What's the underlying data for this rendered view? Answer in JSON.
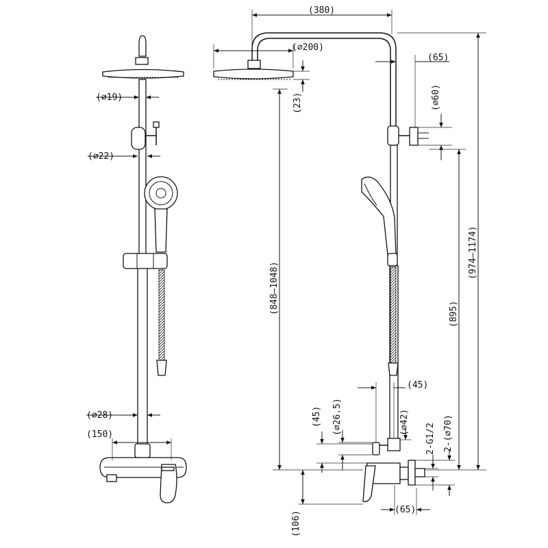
{
  "front_view": {
    "dim_pipe_top": "(∅19)",
    "dim_pipe_lower": "(∅22)",
    "dim_pipe_bottom": "(∅28)",
    "dim_center": "(150)"
  },
  "side_view": {
    "dim_arm_reach": "(380)",
    "dim_head_dia": "(∅200)",
    "dim_head_thk": "(23)",
    "dim_bracket_off": "(65)",
    "dim_bracket_dia": "(∅60)",
    "dim_head_height": "(848–1048)",
    "dim_total_height": "(974–1174)",
    "dim_bracket_height": "(895)",
    "dim_outlet_off": "(45)",
    "dim_outlet_h": "(45)",
    "dim_outlet_dia": "(∅26.5)",
    "dim_pipe_dia": "(∅42)",
    "dim_thread": "2-G1/2",
    "dim_flange": "2-(∅70)",
    "dim_valve_off": "(65)",
    "dim_valve_height": "(106)"
  }
}
